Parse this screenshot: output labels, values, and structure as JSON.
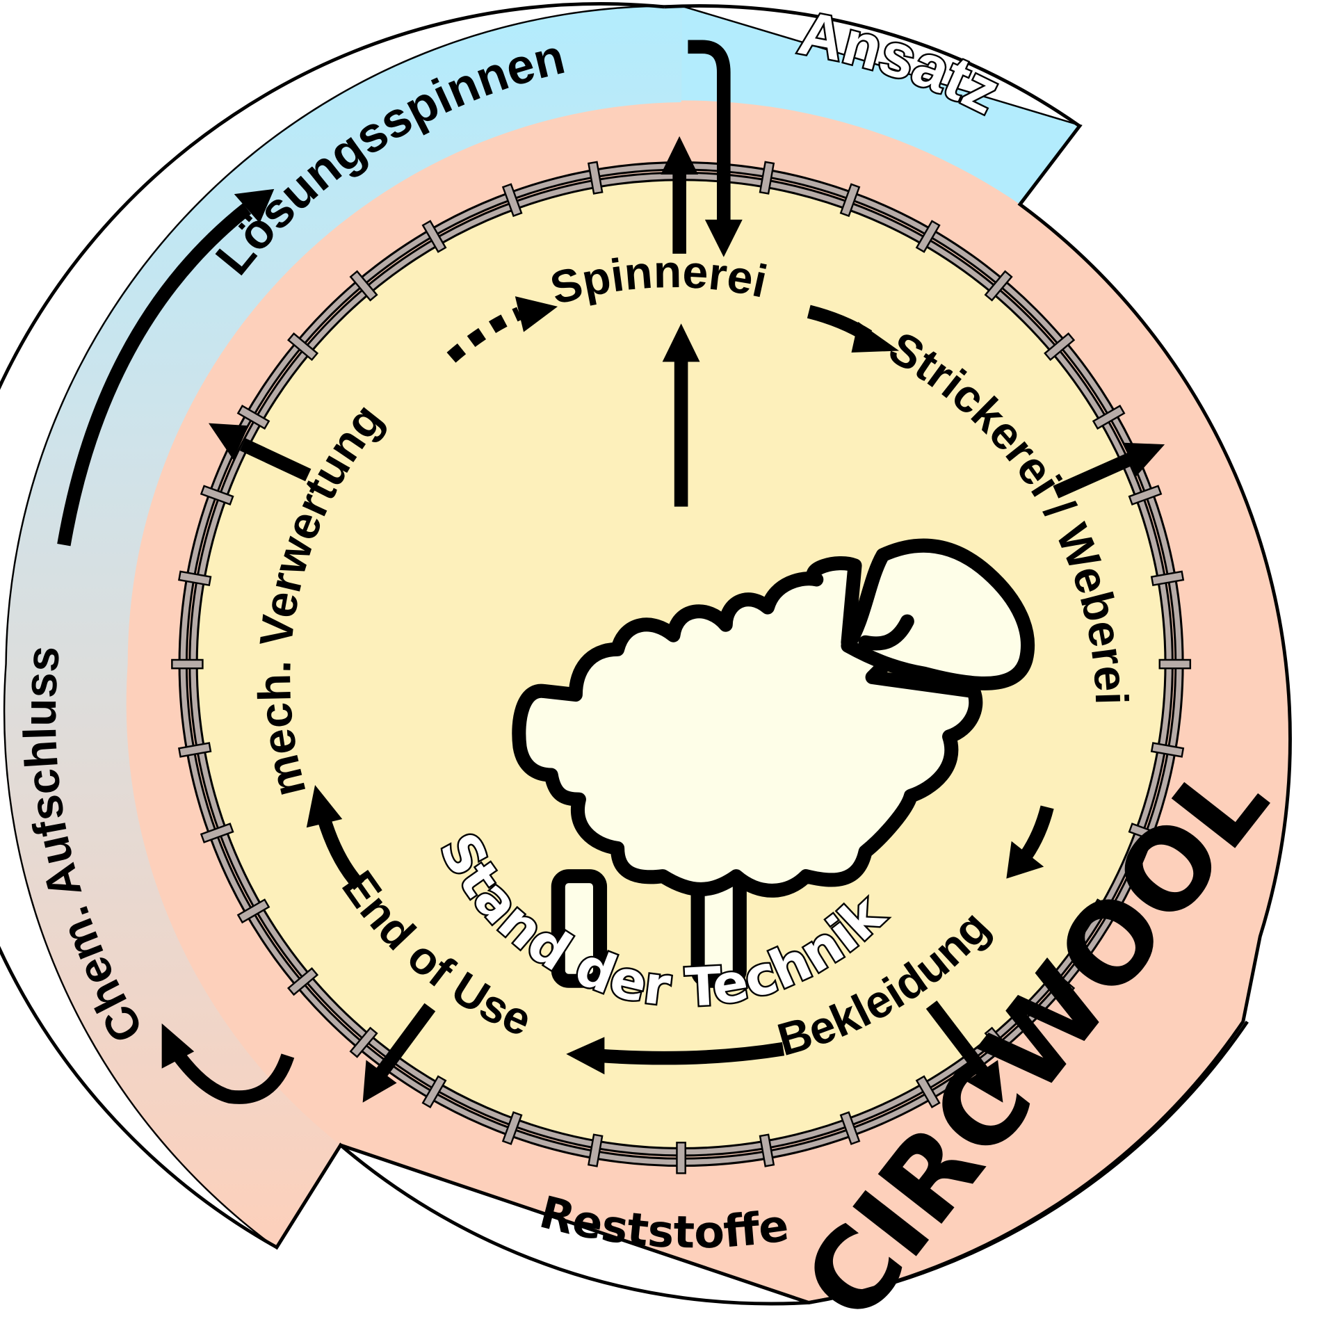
{
  "title": "CIRCWOOL",
  "colors": {
    "ansatz_band": "#b3ecfd",
    "outer_ring": "#fdd0bb",
    "inner_field": "#fdf0bb",
    "fence": "#b7aca8",
    "sheep_fill": "#fefee8",
    "outline": "#000000"
  },
  "labels": {
    "ansatz": "Ansatz",
    "loesungsspinnen": "Lösungsspinnen",
    "chem_aufschluss": "Chem. Aufschluss",
    "reststoffe": "Reststoffe",
    "spinnerei": "Spinnerei",
    "strickerei_weberei": "Strickerei / Weberei",
    "bekleidung": "Bekleidung",
    "end_of_use": "End of Use",
    "mech_verwertung": "mech. Verwertung",
    "stand_der_technik": "Stand der Technik"
  },
  "icons": {
    "center": "sheep-icon",
    "perimeter": "fence-icon"
  }
}
